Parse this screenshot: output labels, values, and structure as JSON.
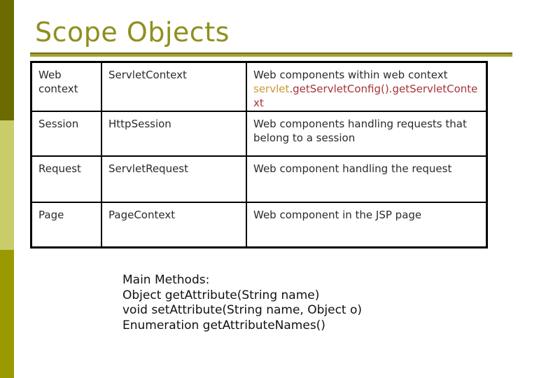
{
  "slide": {
    "title": "Scope Objects",
    "table": {
      "rows": [
        {
          "scope": "Web context",
          "class": "ServletContext",
          "desc": "Web components within web context",
          "code_gold": "servlet",
          "code_red": ".getServletConfig().getServletContext"
        },
        {
          "scope": "Session",
          "class": "HttpSession",
          "desc": "Web components handling requests that belong to a session"
        },
        {
          "scope": "Request",
          "class": "ServletRequest",
          "desc": "Web component handling the request"
        },
        {
          "scope": "Page",
          "class": "PageContext",
          "desc": "Web component in the JSP page"
        }
      ]
    },
    "methods": {
      "heading": "Main Methods:",
      "lines": [
        "Object getAttribute(String name)",
        "void setAttribute(String name, Object o)",
        "Enumeration getAttributeNames()"
      ]
    },
    "colors": {
      "title_olive": "#8f8f1f",
      "rule_olive": "#a3a332",
      "bar_dark_olive": "#6b6b00",
      "bar_light_olive": "#c9cc69",
      "bar_medium_olive": "#9a9a00",
      "code_gold": "#cc9933",
      "code_red": "#a83338"
    }
  }
}
